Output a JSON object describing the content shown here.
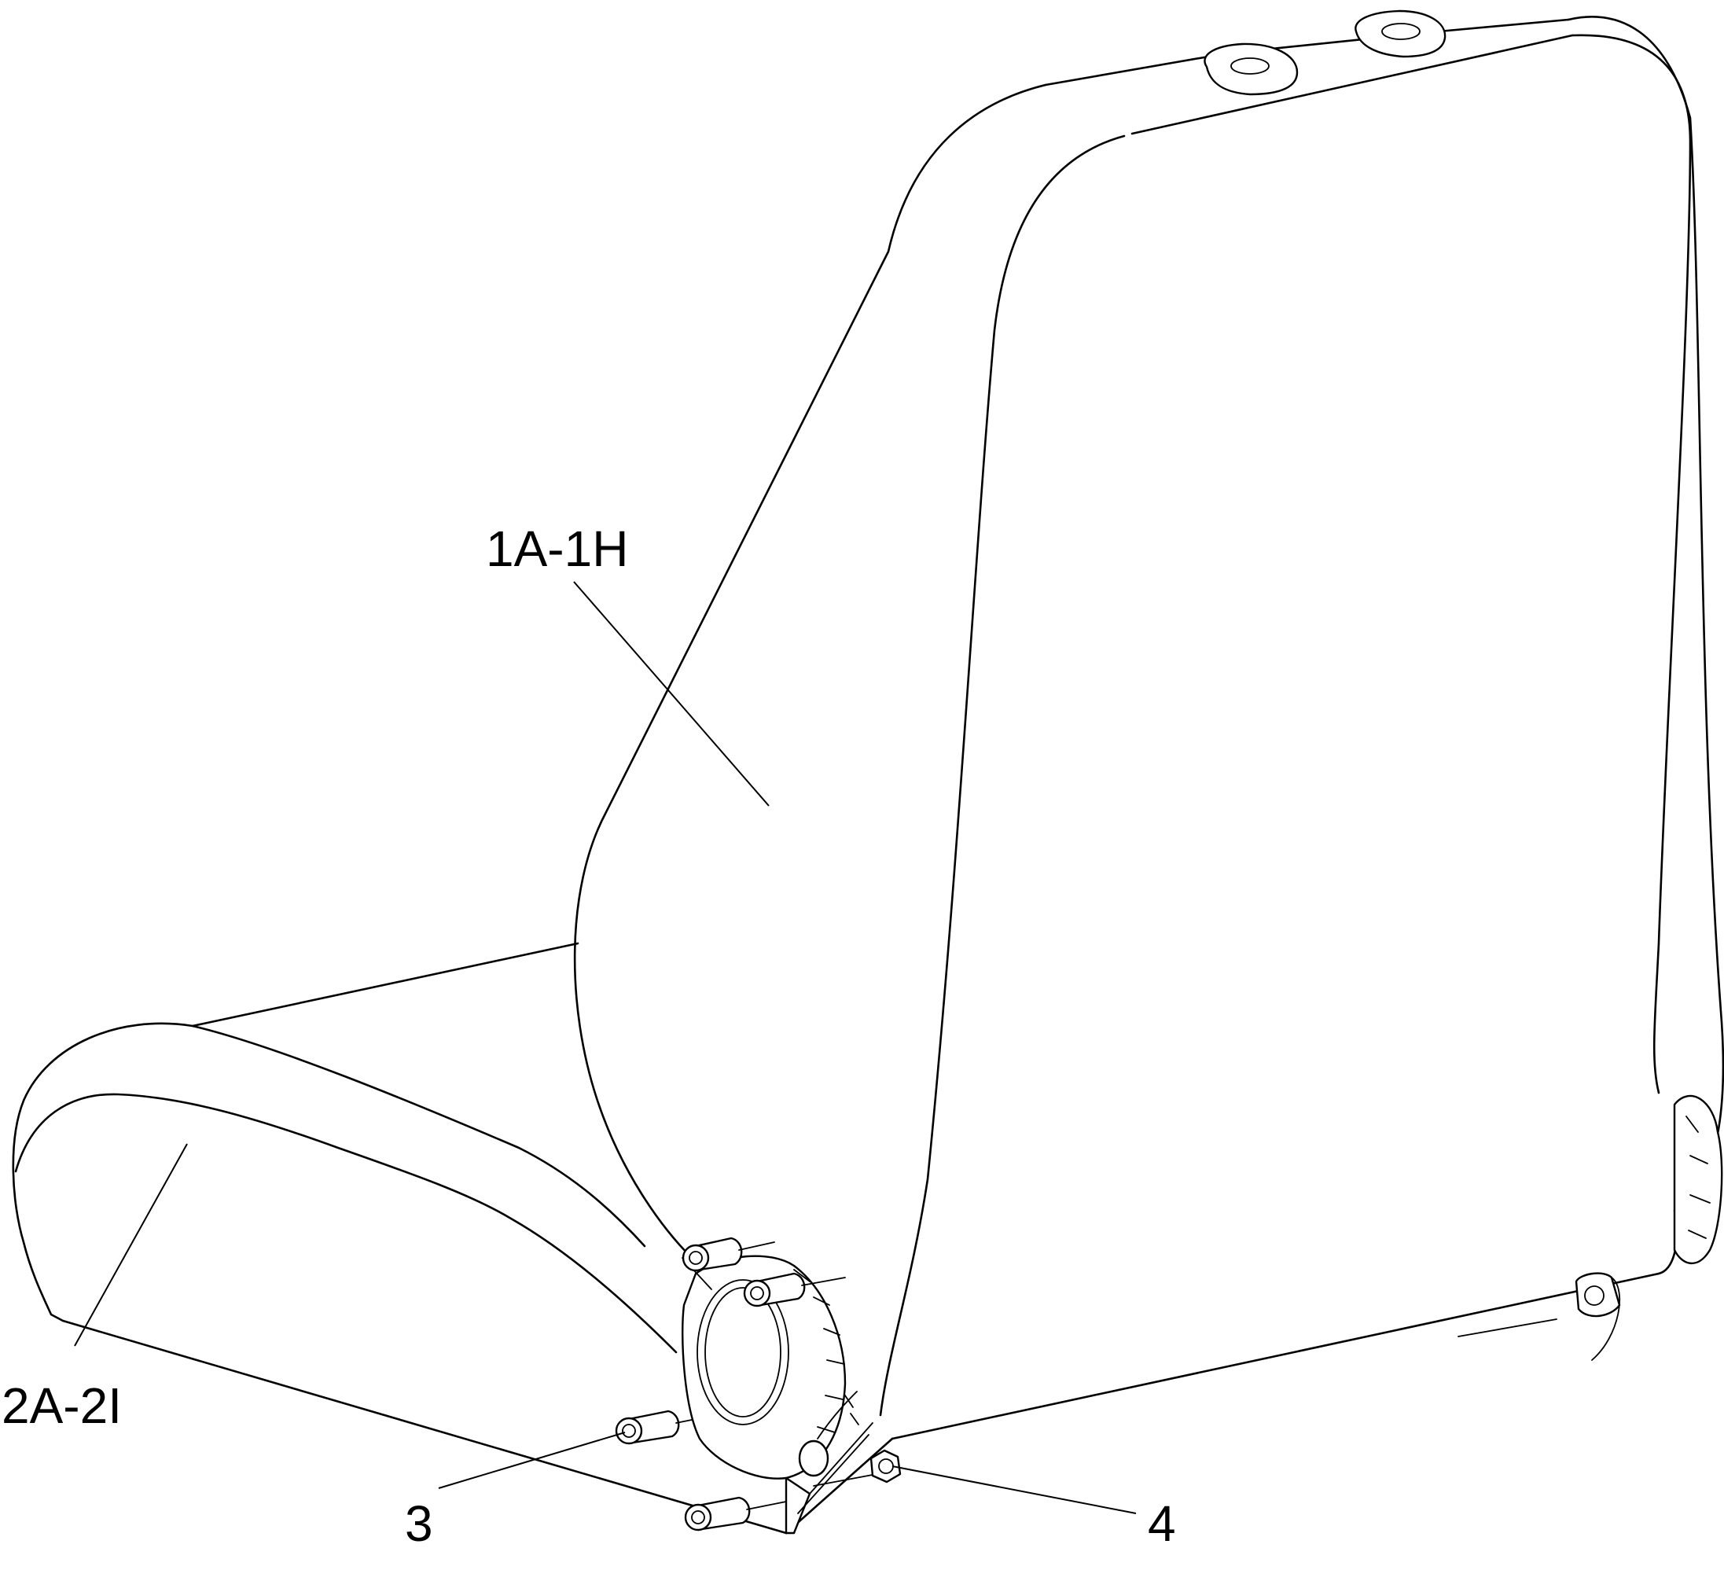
{
  "callouts": {
    "backrest": "1A-1H",
    "seat_cushion": "2A-2I",
    "bolt": "3",
    "nut": "4"
  }
}
